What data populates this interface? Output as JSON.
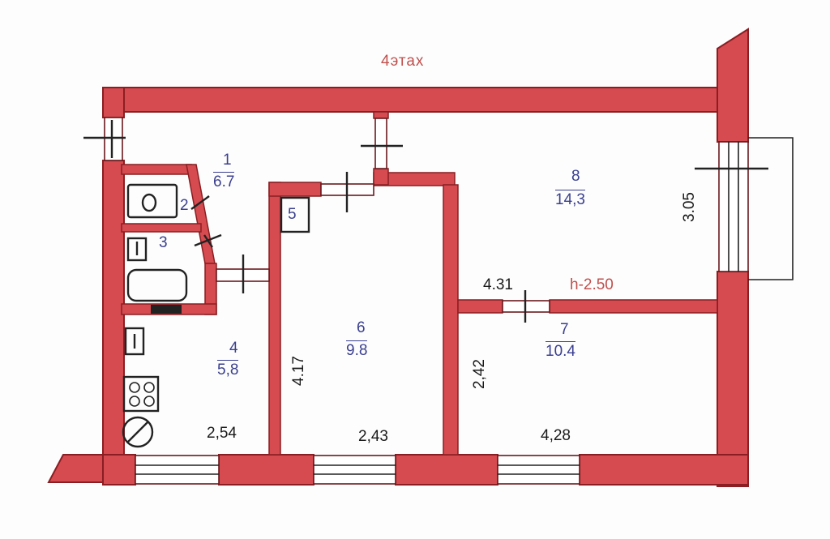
{
  "plan": {
    "floor_label": "4этах",
    "ceiling_height": "h-2.50",
    "rooms": [
      {
        "num": "1",
        "area": "6.7"
      },
      {
        "num": "2",
        "area": ""
      },
      {
        "num": "3",
        "area": ""
      },
      {
        "num": "4",
        "area": "5,8"
      },
      {
        "num": "5",
        "area": ""
      },
      {
        "num": "6",
        "area": "9.8"
      },
      {
        "num": "7",
        "area": "10.4"
      },
      {
        "num": "8",
        "area": "14,3"
      }
    ],
    "dimensions": {
      "d_254": "2,54",
      "d_243": "2,43",
      "d_428": "4,28",
      "d_417": "4.17",
      "d_242": "2,42",
      "d_431": "4.31",
      "d_305": "3.05"
    },
    "colors": {
      "wall": "#d54b50",
      "room_label": "#3a3f8f",
      "floor_label": "#c0504d"
    }
  }
}
